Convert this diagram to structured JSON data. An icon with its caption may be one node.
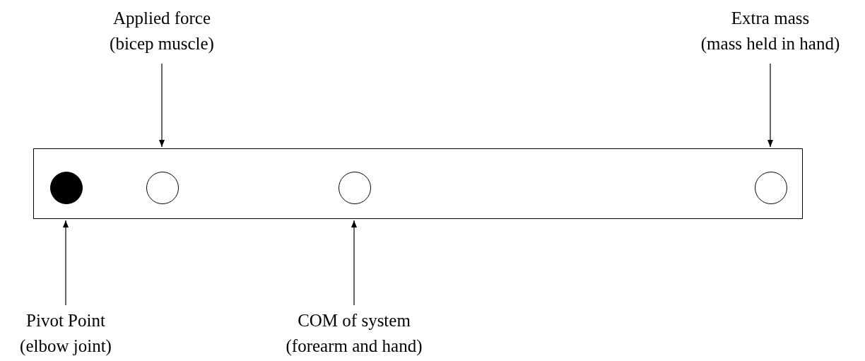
{
  "diagram": {
    "nodes": [
      {
        "text": [],
        "shape": "box"
      },
      {
        "text": [],
        "shape": "circle",
        "in": 0
      },
      {
        "text": [],
        "shape": "circle",
        "in": 0
      },
      {
        "text": [],
        "shape": "circle",
        "in": 0
      },
      {
        "text": [],
        "shape": "circle",
        "in": 0
      },
      {
        "text": [
          "Applied force (bicep muscle)"
        ]
      },
      {
        "text": [
          "Extra mass (mass held in hand)"
        ]
      },
      {
        "text": [
          "Pivot Point (elbow joint)"
        ]
      },
      {
        "text": [
          "COM of system (forearm and hand)"
        ]
      }
    ],
    "edges": [
      {
        "from": 5,
        "to": 0,
        "arrow": "to"
      },
      {
        "from": 6,
        "to": 0,
        "arrow": "to"
      },
      {
        "from": 7,
        "to": 0,
        "arrow": "to"
      },
      {
        "from": 8,
        "to": 0,
        "arrow": "to"
      }
    ]
  }
}
